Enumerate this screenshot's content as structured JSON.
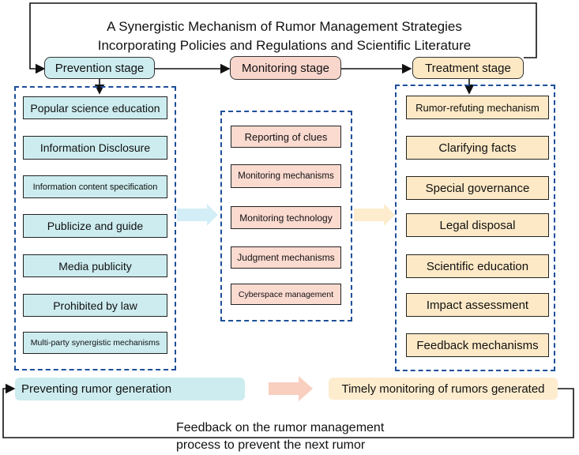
{
  "title_line1": "A Synergistic Mechanism of Rumor Management Strategies",
  "title_line2": "Incorporating Policies and Regulations and Scientific Literature",
  "stages": {
    "prevention": "Prevention stage",
    "monitoring": "Monitoring stage",
    "treatment": "Treatment stage"
  },
  "prevention_items": [
    "Popular science education",
    "Information Disclosure",
    "Information content specification",
    "Publicize and guide",
    "Media publicity",
    "Prohibited by law",
    "Multi-party synergistic mechanisms"
  ],
  "monitoring_items": [
    "Reporting of clues",
    "Monitoring mechanisms",
    "Monitoring technology",
    "Judgment mechanisms",
    "Cyberspace management"
  ],
  "treatment_items": [
    "Rumor-refuting mechanism",
    "Clarifying facts",
    "Special governance",
    "Legal disposal",
    "Scientific education",
    "Impact assessment",
    "Feedback mechanisms"
  ],
  "bottom": {
    "left": "Preventing rumor generation",
    "right": "Timely monitoring of rumors generated"
  },
  "feedback_line1": "Feedback on the rumor management",
  "feedback_line2": "process to prevent the next rumor",
  "colors": {
    "prevention_fill": "#cdecef",
    "monitoring_fill": "#f9d6cc",
    "treatment_fill": "#fde8c4",
    "dashed_border": "#1f4e9a"
  }
}
